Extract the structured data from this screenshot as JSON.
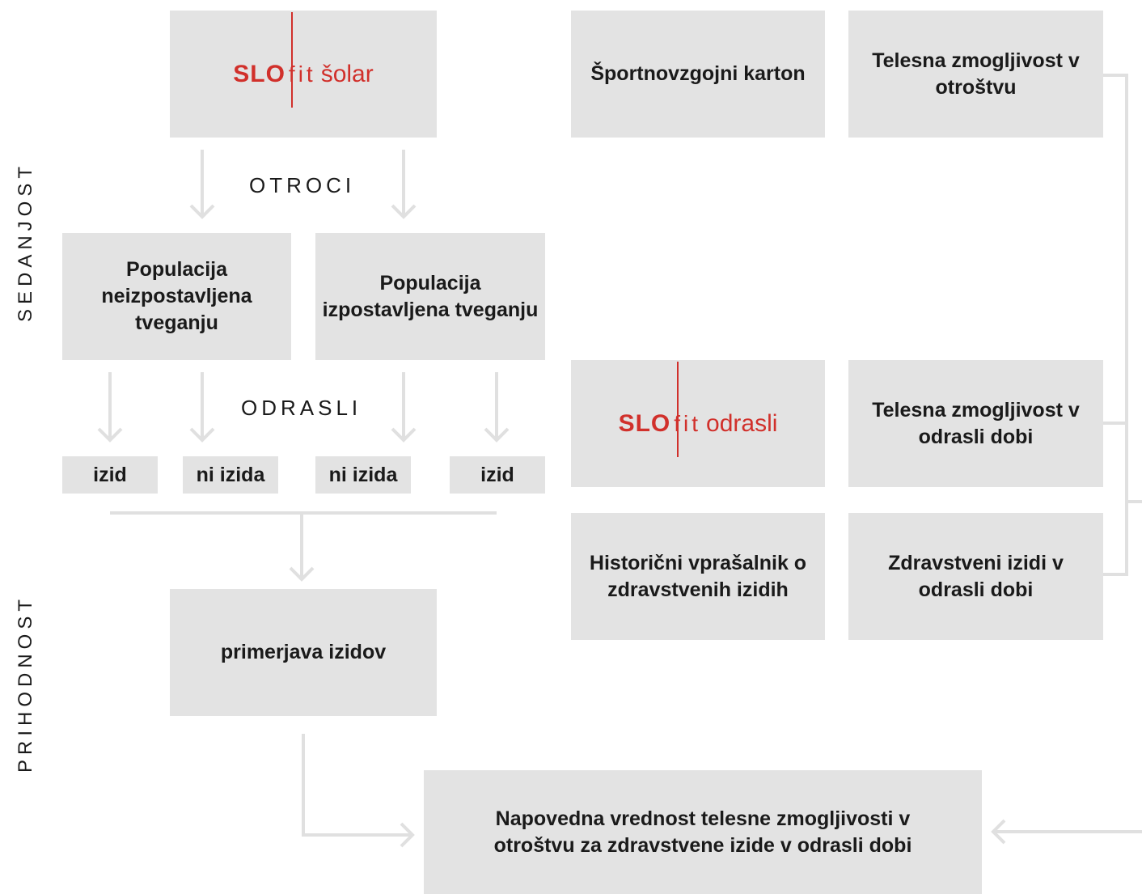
{
  "labels": {
    "present": "SEDANJOST",
    "future": "PRIHODNOST",
    "children": "OTROCI",
    "adults": "ODRASLI"
  },
  "logos": {
    "solar": {
      "slo": "SLO",
      "fit": "fit",
      "suffix": "šolar"
    },
    "odrasli": {
      "slo": "SLO",
      "fit": "fit",
      "suffix": "odrasli"
    }
  },
  "boxes": {
    "pop_not_risk": "Populacija neizpostavljena tveganju",
    "pop_risk": "Populacija izpostavljena tveganju",
    "out1": "izid",
    "out2": "ni izida",
    "out3": "ni izida",
    "out4": "izid",
    "compare": "primerjava izidov",
    "result": "Napovedna vrednost telesne zmogljivosti v otroštvu za zdravstvene izide v odrasli dobi",
    "sport_card": "Športnovzgojni karton",
    "fitness_child": "Telesna zmogljivost v otroštvu",
    "fitness_adult": "Telesna zmogljivost v odrasli dobi",
    "historic_q": "Historični vprašalnik o zdravstvenih izidih",
    "health_adult": "Zdravstveni izidi v odrasli dobi"
  },
  "colors": {
    "brand_red": "#d1302b",
    "box_gray": "#e3e3e3",
    "line_gray": "#e0e0e0"
  }
}
